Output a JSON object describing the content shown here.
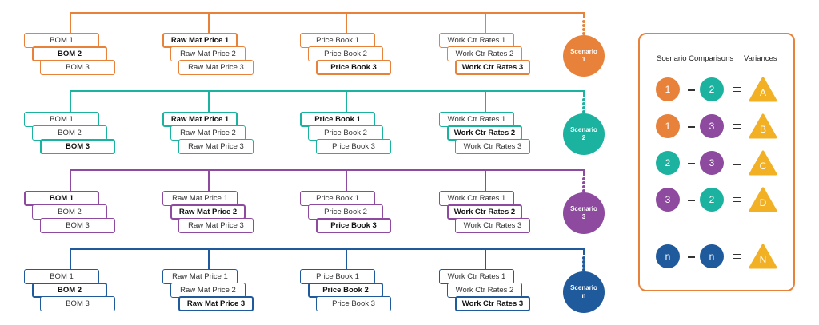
{
  "scenarios": [
    {
      "color": "#e8823a",
      "label_line1": "Scenario",
      "label_line2": "1",
      "columns": [
        {
          "items": [
            "BOM 1",
            "BOM 2",
            "BOM 3"
          ],
          "selected": 1
        },
        {
          "items": [
            "Raw Mat Price 1",
            "Raw Mat Price 2",
            "Raw Mat Price 3"
          ],
          "selected": 0
        },
        {
          "items": [
            "Price Book 1",
            "Price Book 2",
            "Price Book 3"
          ],
          "selected": 2
        },
        {
          "items": [
            "Work Ctr Rates 1",
            "Work Ctr Rates 2",
            "Work Ctr Rates 3"
          ],
          "selected": 2
        }
      ]
    },
    {
      "color": "#1bb3a0",
      "label_line1": "Scenario",
      "label_line2": "2",
      "columns": [
        {
          "items": [
            "BOM 1",
            "BOM 2",
            "BOM 3"
          ],
          "selected": 2
        },
        {
          "items": [
            "Raw Mat Price 1",
            "Raw Mat Price 2",
            "Raw Mat Price 3"
          ],
          "selected": 0
        },
        {
          "items": [
            "Price Book 1",
            "Price Book 2",
            "Price Book 3"
          ],
          "selected": 0
        },
        {
          "items": [
            "Work Ctr Rates 1",
            "Work Ctr Rates 2",
            "Work Ctr Rates 3"
          ],
          "selected": 1
        }
      ]
    },
    {
      "color": "#8e4a9f",
      "label_line1": "Scenario",
      "label_line2": "3",
      "columns": [
        {
          "items": [
            "BOM 1",
            "BOM 2",
            "BOM 3"
          ],
          "selected": 0
        },
        {
          "items": [
            "Raw Mat Price 1",
            "Raw Mat Price 2",
            "Raw Mat Price 3"
          ],
          "selected": 1
        },
        {
          "items": [
            "Price Book 1",
            "Price Book 2",
            "Price Book 3"
          ],
          "selected": 2
        },
        {
          "items": [
            "Work Ctr Rates 1",
            "Work Ctr Rates 2",
            "Work Ctr Rates 3"
          ],
          "selected": 1
        }
      ]
    },
    {
      "color": "#1f5a9c",
      "label_line1": "Scenario",
      "label_line2": "n",
      "columns": [
        {
          "items": [
            "BOM 1",
            "BOM 2",
            "BOM 3"
          ],
          "selected": 1
        },
        {
          "items": [
            "Raw Mat Price 1",
            "Raw Mat Price 2",
            "Raw Mat Price 3"
          ],
          "selected": 2
        },
        {
          "items": [
            "Price Book 1",
            "Price Book 2",
            "Price Book 3"
          ],
          "selected": 1
        },
        {
          "items": [
            "Work Ctr Rates 1",
            "Work Ctr Rates 2",
            "Work Ctr Rates 3"
          ],
          "selected": 2
        }
      ]
    }
  ],
  "legend": {
    "header_left": "Scenario Comparisons",
    "header_right": "Variances",
    "variance_color": "#f2b124",
    "rows": [
      {
        "a": "1",
        "a_color": "#e8823a",
        "b": "2",
        "b_color": "#1bb3a0",
        "v": "A"
      },
      {
        "a": "1",
        "a_color": "#e8823a",
        "b": "3",
        "b_color": "#8e4a9f",
        "v": "B"
      },
      {
        "a": "2",
        "a_color": "#1bb3a0",
        "b": "3",
        "b_color": "#8e4a9f",
        "v": "C"
      },
      {
        "a": "3",
        "a_color": "#8e4a9f",
        "b": "2",
        "b_color": "#1bb3a0",
        "v": "D"
      },
      {
        "a": "n",
        "a_color": "#1f5a9c",
        "b": "n",
        "b_color": "#1f5a9c",
        "v": "N"
      }
    ]
  }
}
